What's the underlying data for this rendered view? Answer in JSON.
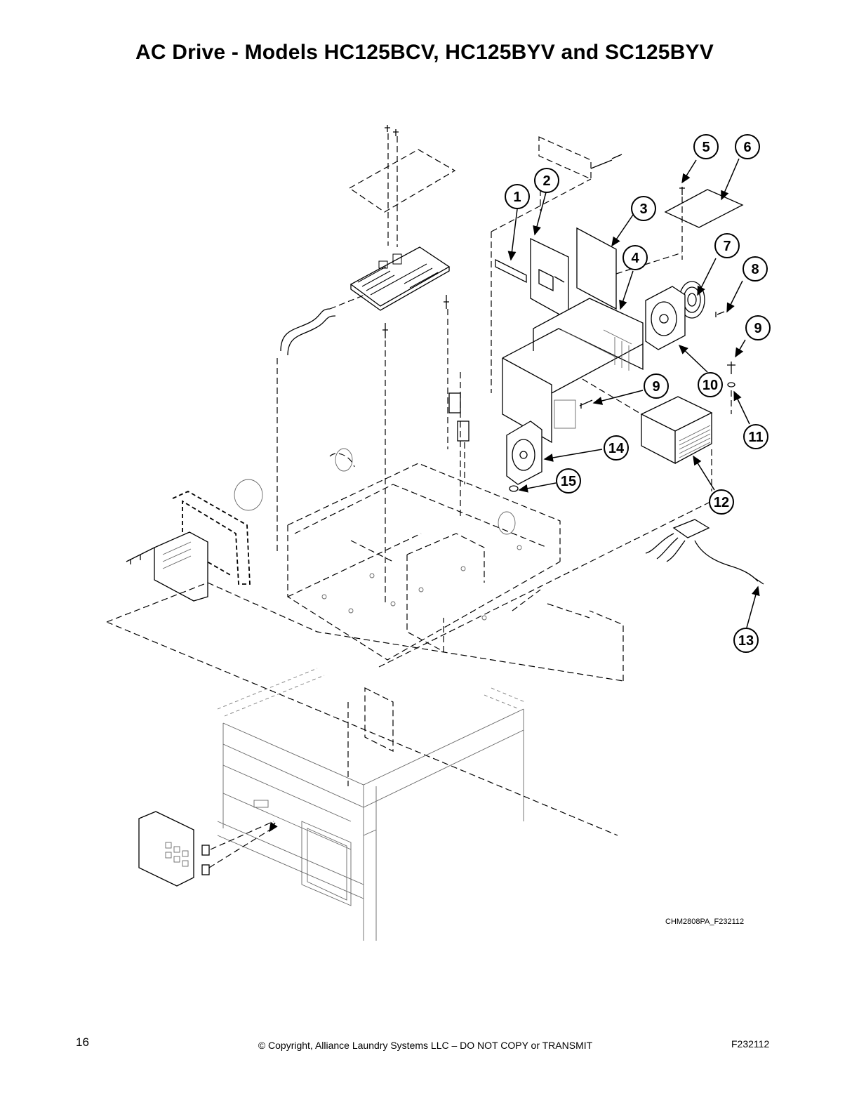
{
  "page": {
    "title": "AC Drive - Models HC125BCV, HC125BYV and SC125BYV",
    "drawing_id": "CHM2808PA_F232112",
    "footer": {
      "page_number": "16",
      "copyright": "© Copyright, Alliance Laundry Systems LLC – DO NOT COPY or TRANSMIT",
      "doc_code": "F232112"
    }
  },
  "callouts": [
    {
      "id": "c1",
      "label": "1"
    },
    {
      "id": "c2",
      "label": "2"
    },
    {
      "id": "c3",
      "label": "3"
    },
    {
      "id": "c4",
      "label": "4"
    },
    {
      "id": "c5",
      "label": "5"
    },
    {
      "id": "c6",
      "label": "6"
    },
    {
      "id": "c7",
      "label": "7"
    },
    {
      "id": "c8",
      "label": "8"
    },
    {
      "id": "c9a",
      "label": "9"
    },
    {
      "id": "c9b",
      "label": "9"
    },
    {
      "id": "c10",
      "label": "10"
    },
    {
      "id": "c11",
      "label": "11"
    },
    {
      "id": "c12",
      "label": "12"
    },
    {
      "id": "c13",
      "label": "13"
    },
    {
      "id": "c14",
      "label": "14"
    },
    {
      "id": "c15",
      "label": "15"
    }
  ]
}
